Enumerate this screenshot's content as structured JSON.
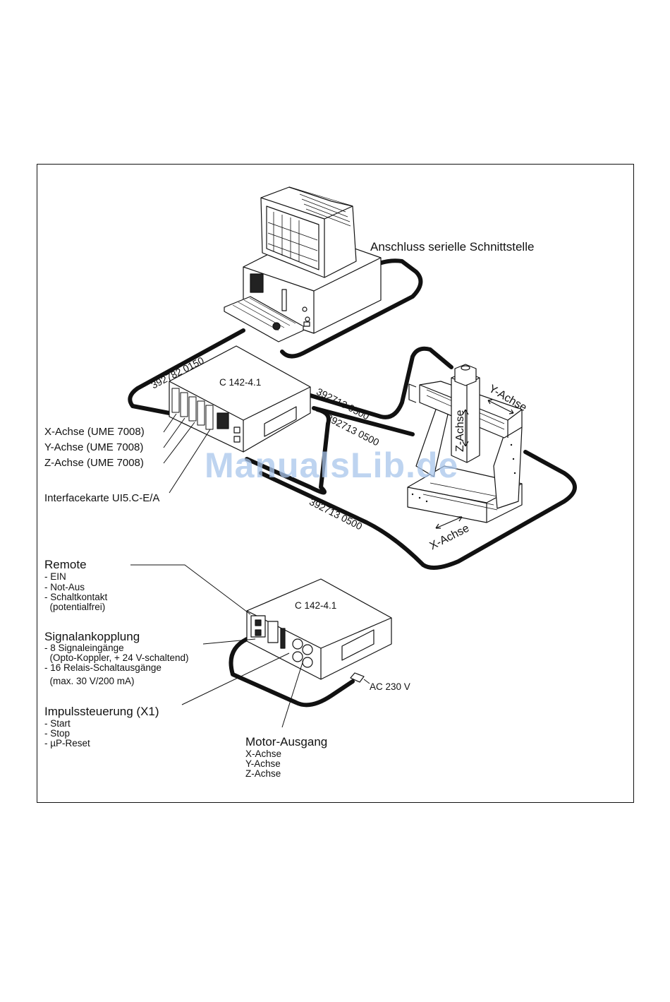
{
  "labels": {
    "serial_connection": "Anschluss serielle Schnittstelle",
    "controller_top": "C 142-4.1",
    "controller_bottom": "C 142-4.1",
    "cable_pc": "392782 0150",
    "cable_1": "392713 0500",
    "cable_2": "392713 0500",
    "cable_3": "392713 0500",
    "y_axis": "Y-Achse",
    "z_axis": "Z-Achse",
    "x_axis": "X-Achse",
    "card_x": "X-Achse (UME 7008)",
    "card_y": "Y-Achse (UME 7008)",
    "card_z": "Z-Achse (UME 7008)",
    "interface_card": "Interfacekarte UI5.C-E/A",
    "ac_power": "AC 230 V"
  },
  "remote": {
    "title": "Remote",
    "items": [
      "- EIN",
      "- Not-Aus",
      "- Schaltkontakt",
      "  (potentialfrei)"
    ]
  },
  "signal": {
    "title": "Signalankopplung",
    "items": [
      "- 8 Signaleingänge",
      "  (Opto-Koppler, + 24 V-schaltend)",
      "- 16 Relais-Schaltausgänge",
      "  (max. 30 V/200 mA)"
    ]
  },
  "impulse": {
    "title": "Impulssteuerung (X1)",
    "items": [
      "- Start",
      "- Stop",
      "- µP-Reset"
    ]
  },
  "motor": {
    "title": "Motor-Ausgang",
    "items": [
      "X-Achse",
      "Y-Achse",
      "Z-Achse"
    ]
  },
  "watermark": "ManualsLib.de"
}
